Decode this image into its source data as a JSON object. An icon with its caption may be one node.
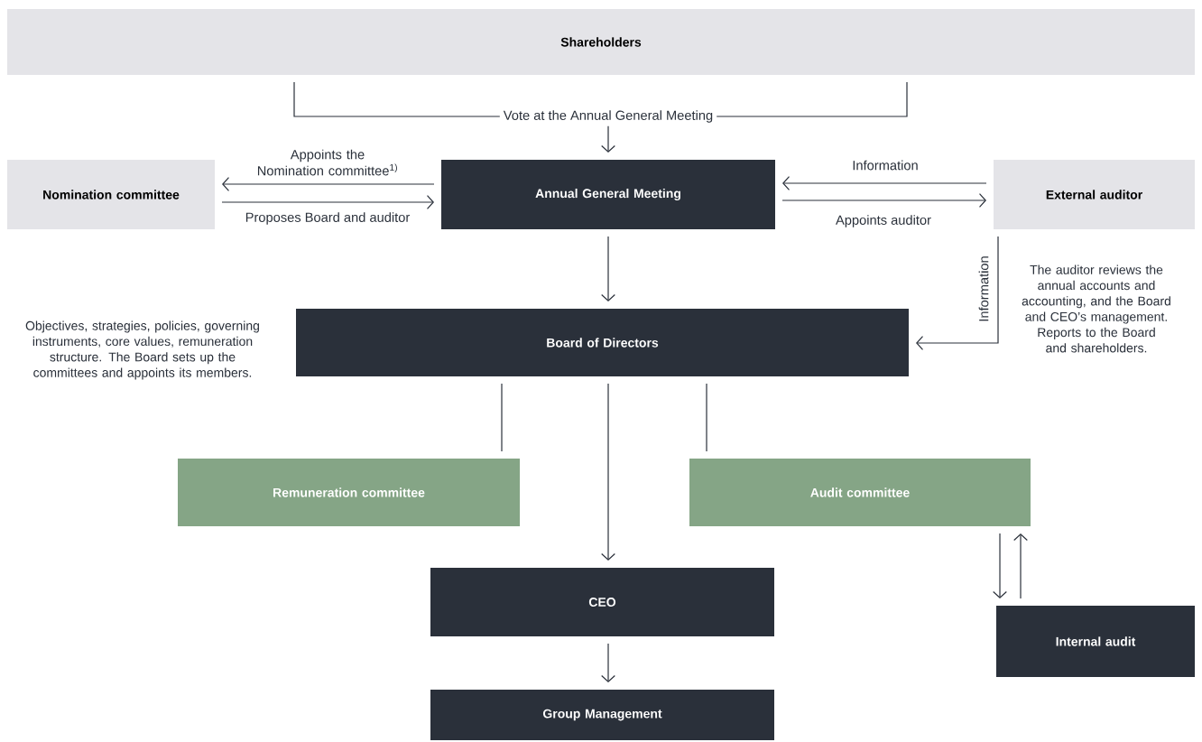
{
  "diagram": {
    "nodes": [
      {
        "text": [
          "Shareholders"
        ]
      },
      {
        "text": [
          "Nomination committee"
        ]
      },
      {
        "text": [
          "Annual General Meeting"
        ]
      },
      {
        "text": [
          "External auditor"
        ],
        "beside": [
          "The auditor reviews the annual accounts and accounting, and the Board and CEO’s management. Reports to the Board and shareholders."
        ]
      },
      {
        "text": [
          "Board of Directors"
        ],
        "beside": [
          "Objectives, strategies, policies, governing instruments, core values, remuneration structure. The Board sets up the committees and appoints its members."
        ]
      },
      {
        "text": [
          "Remuneration committee"
        ]
      },
      {
        "text": [
          "Audit committee"
        ]
      },
      {
        "text": [
          "CEO"
        ]
      },
      {
        "text": [
          "Internal audit"
        ]
      },
      {
        "text": [
          "Group Management"
        ]
      }
    ],
    "edges": [
      {
        "from": 0,
        "to": 2,
        "arrow": "to",
        "label": "Vote at the Annual General Meeting"
      },
      {
        "from": 2,
        "to": 1,
        "arrow": "to",
        "label": "Appoints the Nomination committee$^{1)}$"
      },
      {
        "from": 1,
        "to": 2,
        "arrow": "to",
        "label": "Proposes Board and auditor"
      },
      {
        "from": 3,
        "to": 2,
        "arrow": "to",
        "label": "Information"
      },
      {
        "from": 2,
        "to": 3,
        "arrow": "to",
        "label": "Appoints auditor"
      },
      {
        "from": 2,
        "to": 4,
        "arrow": "to"
      },
      {
        "from": 3,
        "to": 4,
        "arrow": "to",
        "label": "Information"
      },
      {
        "from": 4,
        "to": 5,
        "arrow": "none"
      },
      {
        "from": 4,
        "to": 6,
        "arrow": "none"
      },
      {
        "from": 4,
        "to": 7,
        "arrow": "to"
      },
      {
        "from": 6,
        "to": 8,
        "arrow": "to"
      },
      {
        "from": 8,
        "to": 6,
        "arrow": "to"
      },
      {
        "from": 7,
        "to": 9,
        "arrow": "to"
      }
    ]
  }
}
